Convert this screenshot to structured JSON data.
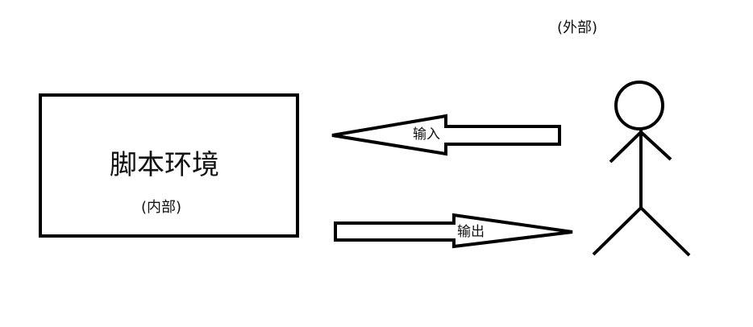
{
  "script_environment": {
    "title": "脚本环境",
    "scope": "(内部)"
  },
  "user": {
    "scope": "(外部)"
  },
  "arrows": {
    "input_label": "输入",
    "output_label": "输出"
  },
  "colors": {
    "stroke": "#000000",
    "background": "#ffffff"
  }
}
